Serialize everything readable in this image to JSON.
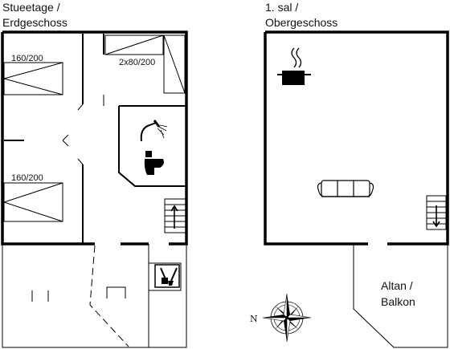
{
  "ground_floor": {
    "title_line1": "Stueetage /",
    "title_line2": "Erdgeschoss",
    "bed_top": "160/200",
    "bed_bottom": "160/200",
    "bed_twin": "2x80/200"
  },
  "upper_floor": {
    "title_line1": "1. sal /",
    "title_line2": "Obergeschoss",
    "balcony_line1": "Altan /",
    "balcony_line2": "Balkon"
  },
  "compass": {
    "north_label": "N"
  },
  "icons": [
    "shower-icon",
    "toilet-icon",
    "stairs-up-icon",
    "pot-icon",
    "sofa-icon",
    "stairs-down-icon",
    "utility-icon",
    "compass-rose-icon"
  ],
  "colors": {
    "wall": "#000000",
    "line": "#111111",
    "background": "#ffffff"
  }
}
